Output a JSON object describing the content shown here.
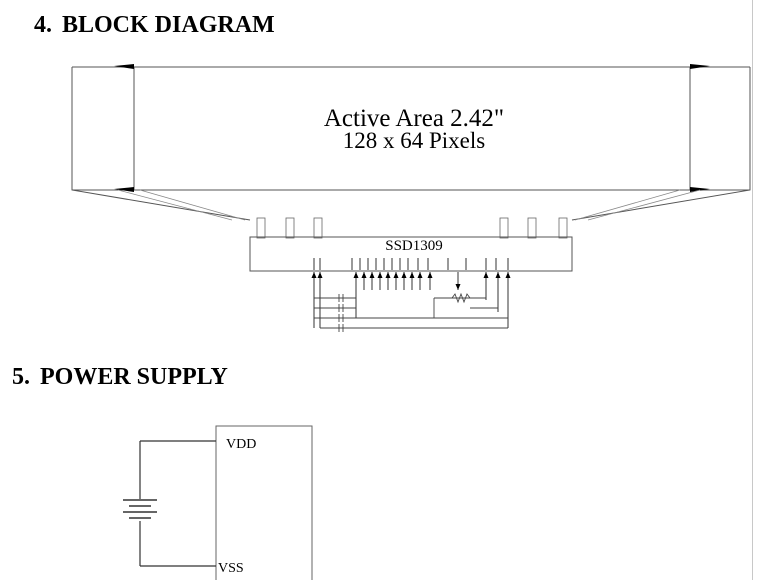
{
  "sections": [
    {
      "number": "4.",
      "title": "BLOCK DIAGRAM"
    },
    {
      "number": "5.",
      "title": "POWER SUPPLY"
    }
  ],
  "block_diagram": {
    "active_area_line1": "Active Area 2.42\"",
    "active_area_line2": "128 x 64 Pixels",
    "driver_ic": "SSD1309"
  },
  "power_supply": {
    "vdd_label": "VDD",
    "vss_label": "VSS"
  }
}
